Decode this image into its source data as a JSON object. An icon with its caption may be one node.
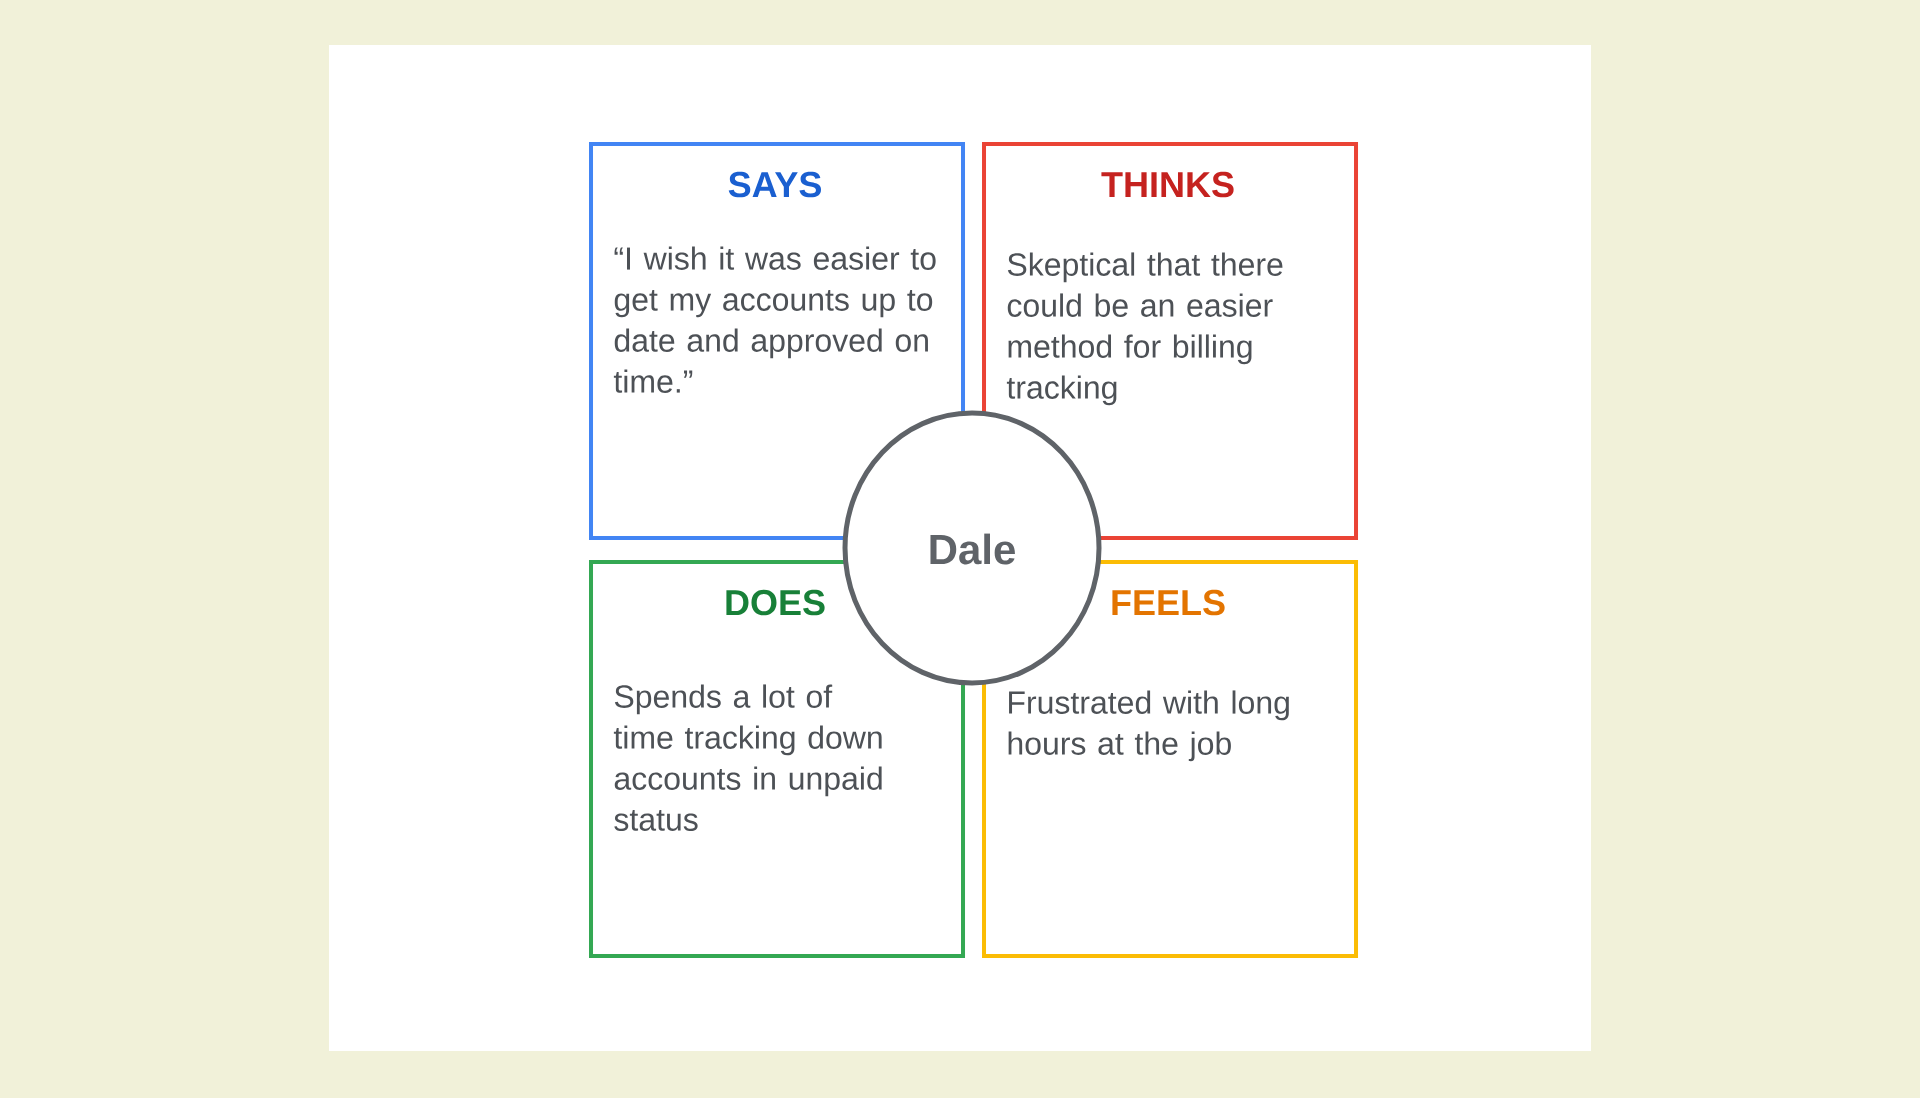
{
  "diagram": {
    "nodes": [
      {
        "text": [
          "SAYS",
          "“I wish it was easier to get my accounts up to date and approved on time.”"
        ]
      },
      {
        "text": [
          "THINKS",
          "Skeptical that there could be an easier method for billing tracking"
        ]
      },
      {
        "text": [
          "DOES",
          "Spends a lot of time tracking down accounts in unpaid status"
        ]
      },
      {
        "text": [
          "FEELS",
          "Frustrated with long hours at the job"
        ]
      },
      {
        "text": [
          "Dale"
        ]
      }
    ]
  }
}
